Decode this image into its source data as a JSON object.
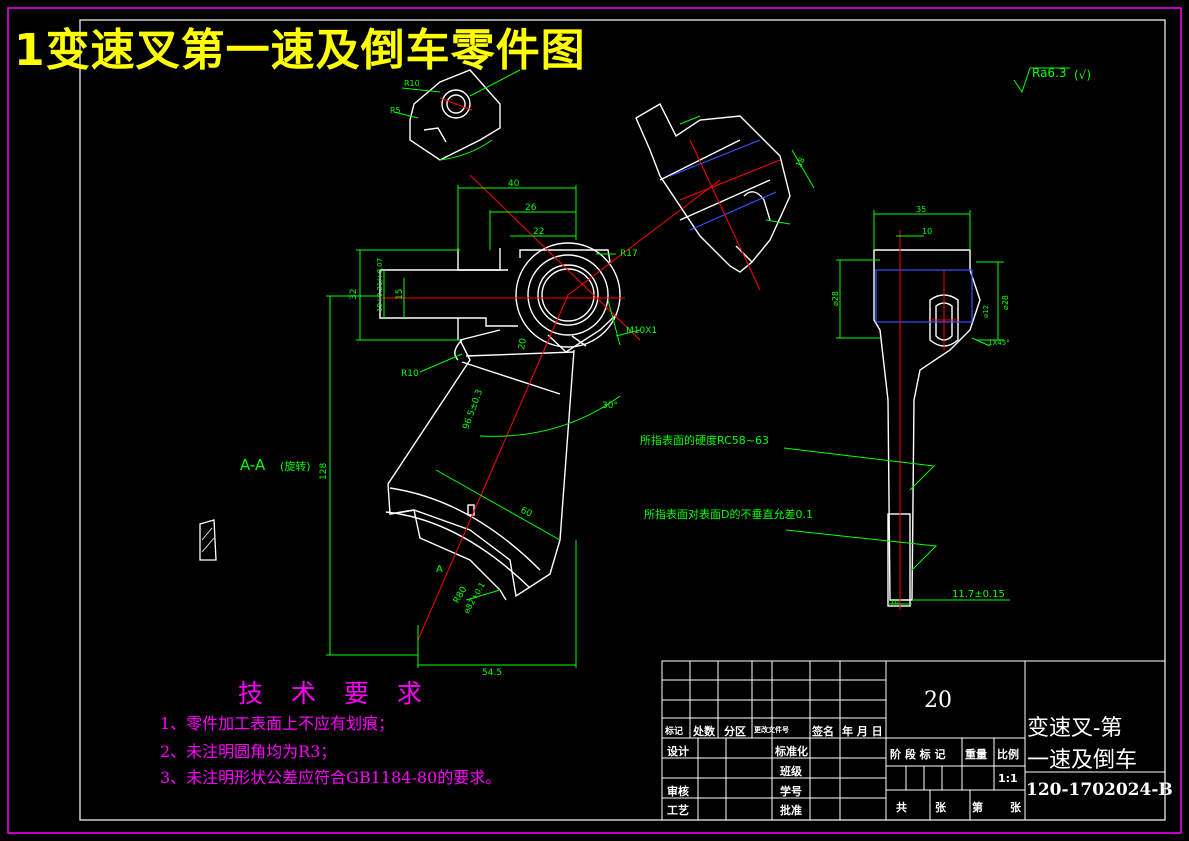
{
  "title": "1变速叉第一速及倒车零件图",
  "roughness": "Ra6.3",
  "roughness_other": "(√)",
  "section_label": "A-A",
  "section_label_note": "(旋转)",
  "dims": {
    "d40": "40",
    "d26": "26",
    "d22": "22",
    "r17": "R17",
    "r10a": "R10",
    "r5": "R5",
    "r10b": "R10",
    "d32": "32",
    "d15": "15",
    "d19": "19+0.21/+0.07",
    "d20": "20",
    "m10": "M10X1",
    "d30deg": "30°",
    "d96": "96.5±0.3",
    "d128": "128",
    "d60": "60",
    "d545": "54.5",
    "r80": "R80",
    "d82": "⌀82+0.1",
    "d35": "35",
    "d10": "10",
    "d28a": "⌀28",
    "d28b": "⌀28",
    "d12": "⌀12",
    "c1": "1X45°",
    "d18": "18",
    "d117": "11.7±0.15",
    "d10b": "10",
    "cut_a": "A"
  },
  "notes": {
    "hardness": "所指表面的硬度RC58~63",
    "perp": "所指表面对表面D的不垂直允差0.1"
  },
  "tech": {
    "heading": "技 术 要 求",
    "items": [
      "1、零件加工表面上不应有划痕；",
      "2、未注明圆角均为R3；",
      "3、未注明形状公差应符合GB1184-80的要求。"
    ]
  },
  "titleblock": {
    "qty": "20",
    "name_line1": "变速叉-第",
    "name_line2": "一速及倒车",
    "drawing_no": "120-1702024-B",
    "row_headers": [
      "标记",
      "处数",
      "分区",
      "更改文件号",
      "签名",
      "年 月 日"
    ],
    "design": "设计",
    "standard": "标准化",
    "class": "班级",
    "review": "审核",
    "student_no": "学号",
    "process": "工艺",
    "approve": "批准",
    "stage_mark": "阶 段 标 记",
    "weight": "重量",
    "scale": "比例",
    "scale_val": "1:1",
    "total_sheets": "共",
    "sheets": "张",
    "sheet_no": "第",
    "sheet_end": "张"
  },
  "colors": {
    "background": "#000000",
    "outline": "#ffffff",
    "dimension": "#00ff00",
    "centerline": "#ff0000",
    "hidden": "#0000ff",
    "title": "#ffff00",
    "notes": "#ff00ff",
    "frame": "#ff00ff"
  }
}
